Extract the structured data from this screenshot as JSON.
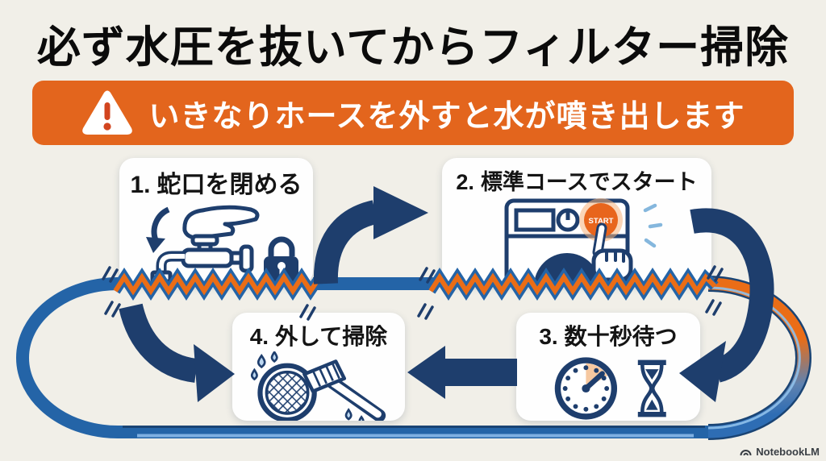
{
  "header": {
    "title": "必ず水圧を抜いてからフィルター掃除"
  },
  "warning": {
    "text": "いきなりホースを外すと水が噴き出します",
    "icon": "warning-triangle-icon"
  },
  "steps": [
    {
      "number": "1.",
      "label": "蛇口を閉める",
      "icon": "faucet-close-icon"
    },
    {
      "number": "2.",
      "label": "標準コースでスタート",
      "icon": "washing-machine-icon",
      "button_label": "START"
    },
    {
      "number": "3.",
      "label": "数十秒待つ",
      "icon": "clock-hourglass-icon"
    },
    {
      "number": "4.",
      "label": "外して掃除",
      "icon": "filter-brush-icon"
    },
    {
      "number": "",
      "label": "",
      "icon": ""
    }
  ],
  "footer": {
    "brand": "NotebookLM"
  },
  "colors": {
    "background": "#f1efe8",
    "banner_orange": "#e3651d",
    "zigzag_orange": "#ea6d17",
    "navy": "#1e3e6d",
    "track_blue": "#2464a7",
    "start_button_orange": "#e8651c",
    "clock_wedge": "#f6c8a0",
    "droplet_blue": "#bcd7f0"
  }
}
